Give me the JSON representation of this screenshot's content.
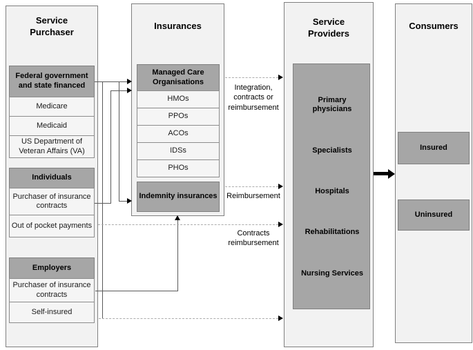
{
  "colors": {
    "container_fill": "#f2f2f2",
    "dark_fill": "#a6a6a6",
    "item_fill": "#f5f5f5",
    "border_col": "#7f7f7f",
    "line_col": "#595959",
    "dash_col": "#ababab",
    "arrow_col": "#000000"
  },
  "purchaser": {
    "title": "Service Purchaser",
    "groups": [
      {
        "header": "Federal government and state financed",
        "items": [
          "Medicare",
          "Medicaid",
          "US Department of Veteran Affairs (VA)"
        ]
      },
      {
        "header": "Individuals",
        "items": [
          "Purchaser of insurance contracts",
          "Out of pocket payments"
        ]
      },
      {
        "header": "Employers",
        "items": [
          "Purchaser of insurance contracts",
          "Self-insured"
        ]
      }
    ]
  },
  "insurances": {
    "title": "Insurances",
    "managed_care_header": "Managed Care Organisations",
    "managed_care_items": [
      "HMOs",
      "PPOs",
      "ACOs",
      "IDSs",
      "PHOs"
    ],
    "indemnity_header": "Indemnity insurances"
  },
  "providers": {
    "title": "Service Providers",
    "items": [
      "Primary physicians",
      "Specialists",
      "Hospitals",
      "Rehabilitations",
      "Nursing Services"
    ]
  },
  "consumers": {
    "title": "Consumers",
    "items": [
      "Insured",
      "Uninsured"
    ]
  },
  "edge_labels": {
    "integration": "Integration, contracts or reimbursement",
    "reimbursement": "Reimbursement",
    "contracts": "Contracts reimbursement"
  }
}
